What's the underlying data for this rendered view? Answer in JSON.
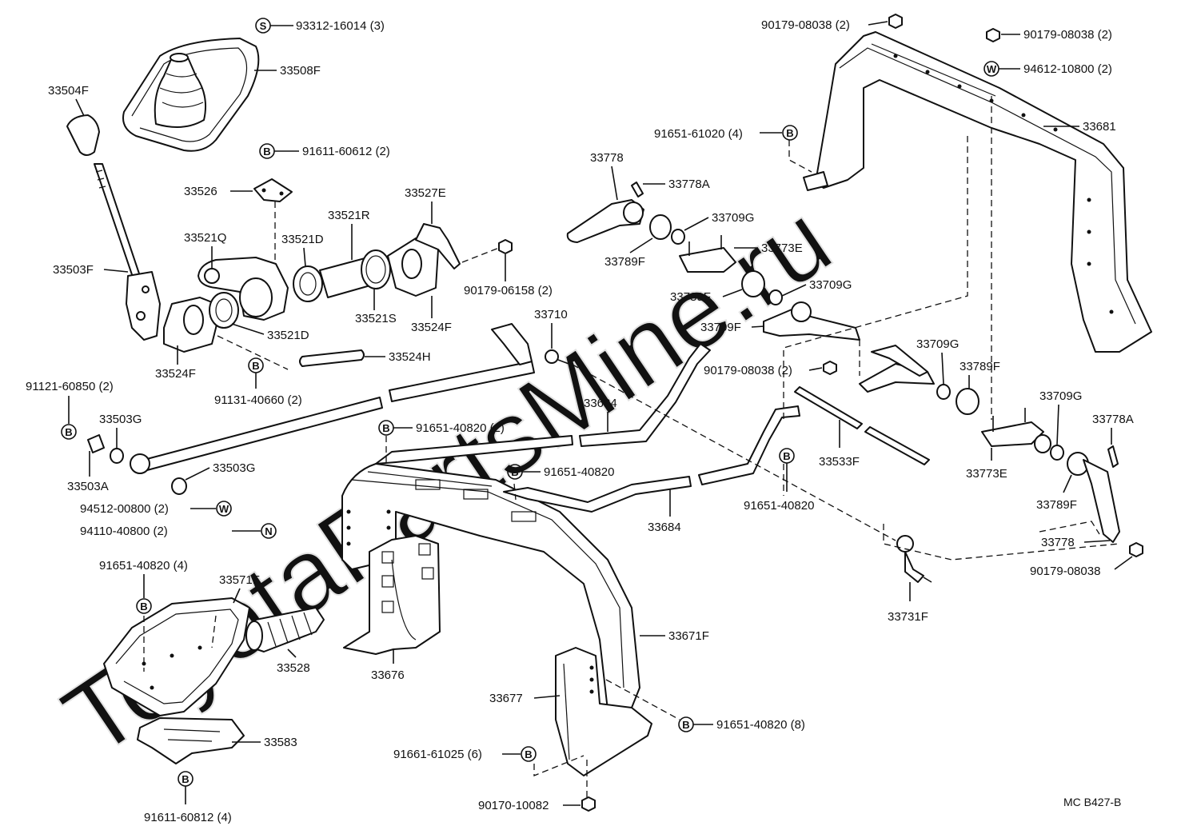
{
  "watermark": "ToyotaPartsMine.ru",
  "drawing_code": "MC B427-B",
  "callouts": [
    {
      "name": "93312-16014",
      "sym": "S",
      "text": "93312-16014 (3)"
    },
    {
      "name": "33508F",
      "sym": "",
      "text": "33508F"
    },
    {
      "name": "33504F",
      "sym": "",
      "text": "33504F"
    },
    {
      "name": "91611-60612",
      "sym": "B",
      "text": "91611-60612 (2)"
    },
    {
      "name": "33526",
      "sym": "",
      "text": "33526"
    },
    {
      "name": "33527E",
      "sym": "",
      "text": "33527E"
    },
    {
      "name": "33521R",
      "sym": "",
      "text": "33521R"
    },
    {
      "name": "33521Q",
      "sym": "",
      "text": "33521Q"
    },
    {
      "name": "33521D-top",
      "sym": "",
      "text": "33521D"
    },
    {
      "name": "33503F",
      "sym": "",
      "text": "33503F"
    },
    {
      "name": "90179-06158",
      "sym": "",
      "text": "90179-06158 (2)"
    },
    {
      "name": "33521S",
      "sym": "",
      "text": "33521S"
    },
    {
      "name": "33524F-right",
      "sym": "",
      "text": "33524F"
    },
    {
      "name": "33521D-bottom",
      "sym": "",
      "text": "33521D"
    },
    {
      "name": "33524F-left",
      "sym": "",
      "text": "33524F"
    },
    {
      "name": "33524H",
      "sym": "",
      "text": "33524H"
    },
    {
      "name": "91131-40660",
      "sym": "B",
      "text": "91131-40660 (2)"
    },
    {
      "name": "91121-60850",
      "sym": "B",
      "text": "91121-60850 (2)"
    },
    {
      "name": "33503G-top",
      "sym": "",
      "text": "33503G"
    },
    {
      "name": "33503A",
      "sym": "",
      "text": "33503A"
    },
    {
      "name": "33503G-bottom",
      "sym": "",
      "text": "33503G"
    },
    {
      "name": "94512-00800",
      "sym": "W",
      "text": "94512-00800 (2)"
    },
    {
      "name": "94110-40800",
      "sym": "N",
      "text": "94110-40800 (2)"
    },
    {
      "name": "91651-40820-4",
      "sym": "B",
      "text": "91651-40820 (4)"
    },
    {
      "name": "33571F",
      "sym": "",
      "text": "33571F"
    },
    {
      "name": "33528",
      "sym": "",
      "text": "33528"
    },
    {
      "name": "33583",
      "sym": "",
      "text": "33583"
    },
    {
      "name": "91611-60812",
      "sym": "B",
      "text": "91611-60812 (4)"
    },
    {
      "name": "33710",
      "sym": "",
      "text": "33710"
    },
    {
      "name": "33684-upper",
      "sym": "",
      "text": "33684"
    },
    {
      "name": "91651-40820-2",
      "sym": "B",
      "text": "91651-40820 (2)"
    },
    {
      "name": "91651-40820-a",
      "sym": "B",
      "text": "91651-40820"
    },
    {
      "name": "33684-lower",
      "sym": "",
      "text": "33684"
    },
    {
      "name": "33676",
      "sym": "",
      "text": "33676"
    },
    {
      "name": "33671F",
      "sym": "",
      "text": "33671F"
    },
    {
      "name": "33677",
      "sym": "",
      "text": "33677"
    },
    {
      "name": "91651-40820-8",
      "sym": "B",
      "text": "91651-40820 (8)"
    },
    {
      "name": "91661-61025",
      "sym": "B",
      "text": "91661-61025 (6)"
    },
    {
      "name": "90170-10082",
      "sym": "",
      "text": "90170-10082"
    },
    {
      "name": "90179-08038-top",
      "sym": "",
      "text": "90179-08038 (2)"
    },
    {
      "name": "90179-08038-topright",
      "sym": "",
      "text": "90179-08038 (2)"
    },
    {
      "name": "94612-10800",
      "sym": "W",
      "text": "94612-10800 (2)"
    },
    {
      "name": "91651-61020",
      "sym": "B",
      "text": "91651-61020 (4)"
    },
    {
      "name": "33681",
      "sym": "",
      "text": "33681"
    },
    {
      "name": "33778-top",
      "sym": "",
      "text": "33778"
    },
    {
      "name": "33778A-top",
      "sym": "",
      "text": "33778A"
    },
    {
      "name": "33709G-1",
      "sym": "",
      "text": "33709G"
    },
    {
      "name": "33773E-top",
      "sym": "",
      "text": "33773E"
    },
    {
      "name": "33789F-1",
      "sym": "",
      "text": "33789F"
    },
    {
      "name": "33709G-2",
      "sym": "",
      "text": "33709G"
    },
    {
      "name": "33789F-2",
      "sym": "",
      "text": "33789F"
    },
    {
      "name": "33709F",
      "sym": "",
      "text": "33709F"
    },
    {
      "name": "33709G-3",
      "sym": "",
      "text": "33709G"
    },
    {
      "name": "90179-08038-mid",
      "sym": "",
      "text": "90179-08038 (2)"
    },
    {
      "name": "33789F-3",
      "sym": "",
      "text": "33789F"
    },
    {
      "name": "33709G-4",
      "sym": "",
      "text": "33709G"
    },
    {
      "name": "33778A-right",
      "sym": "",
      "text": "33778A"
    },
    {
      "name": "33533F",
      "sym": "",
      "text": "33533F"
    },
    {
      "name": "91651-40820-b",
      "sym": "B",
      "text": "91651-40820"
    },
    {
      "name": "33773E-bottom",
      "sym": "",
      "text": "33773E"
    },
    {
      "name": "33789F-4",
      "sym": "",
      "text": "33789F"
    },
    {
      "name": "33778-bottom",
      "sym": "",
      "text": "33778"
    },
    {
      "name": "90179-08038-bottom",
      "sym": "",
      "text": "90179-08038"
    },
    {
      "name": "33731F",
      "sym": "",
      "text": "33731F"
    }
  ]
}
